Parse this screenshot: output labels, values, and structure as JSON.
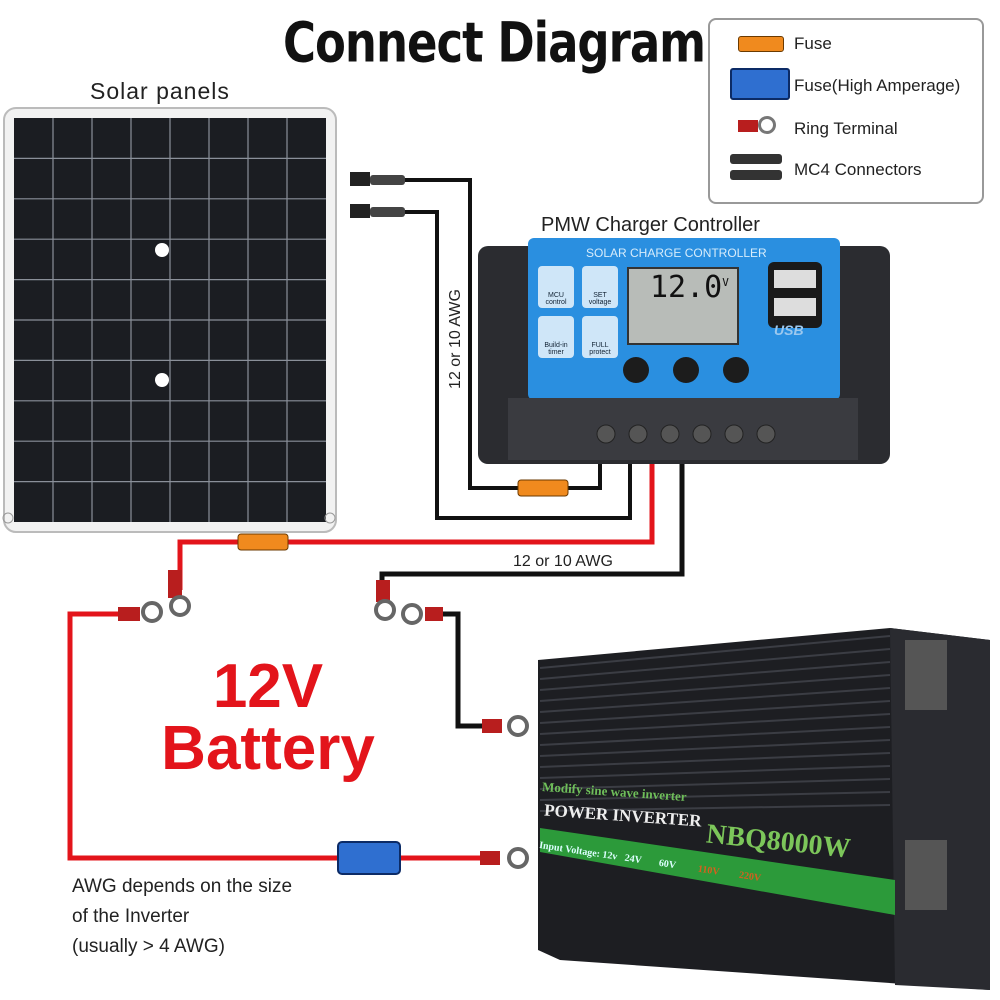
{
  "title": "Connect Diagram",
  "legend": {
    "items": [
      {
        "label": "Fuse",
        "icon": "fuse-icon",
        "color": "#f08a1e"
      },
      {
        "label": "Fuse(High Amperage)",
        "icon": "high-amp-fuse-icon",
        "color": "#2f6fd0"
      },
      {
        "label": "Ring Terminal",
        "icon": "ring-terminal-icon",
        "color": "#b81e1e"
      },
      {
        "label": "MC4 Connectors",
        "icon": "mc4-connector-icon",
        "color": "#222222"
      }
    ]
  },
  "solar_panel": {
    "label": "Solar panels"
  },
  "controller": {
    "label": "PMW Charger Controller",
    "face_title": "SOLAR CHARGE CONTROLLER",
    "display_value": "12.0",
    "display_unit": "V",
    "features": [
      "MCU control",
      "SET voltage",
      "Build-in timer",
      "FULL protect"
    ],
    "usb_label": "USB",
    "face_color": "#2a8fe0"
  },
  "wires": {
    "pv_gauge": "12 or 10 AWG",
    "battery_gauge": "12 or 10 AWG",
    "positive_color": "#e3141b",
    "negative_color": "#111111"
  },
  "battery": {
    "line1": "12V",
    "line2": "Battery"
  },
  "inverter_note": [
    "AWG depends on the size",
    "of the Inverter",
    "(usually  > 4 AWG)"
  ],
  "inverter": {
    "subtitle": "Modify sine wave inverter",
    "title": "POWER INVERTER",
    "model": "NBQ8000W",
    "input_voltage_label": "Input Voltage: 12v",
    "voltages": [
      "24V",
      "60V",
      "110V",
      "220V"
    ]
  }
}
